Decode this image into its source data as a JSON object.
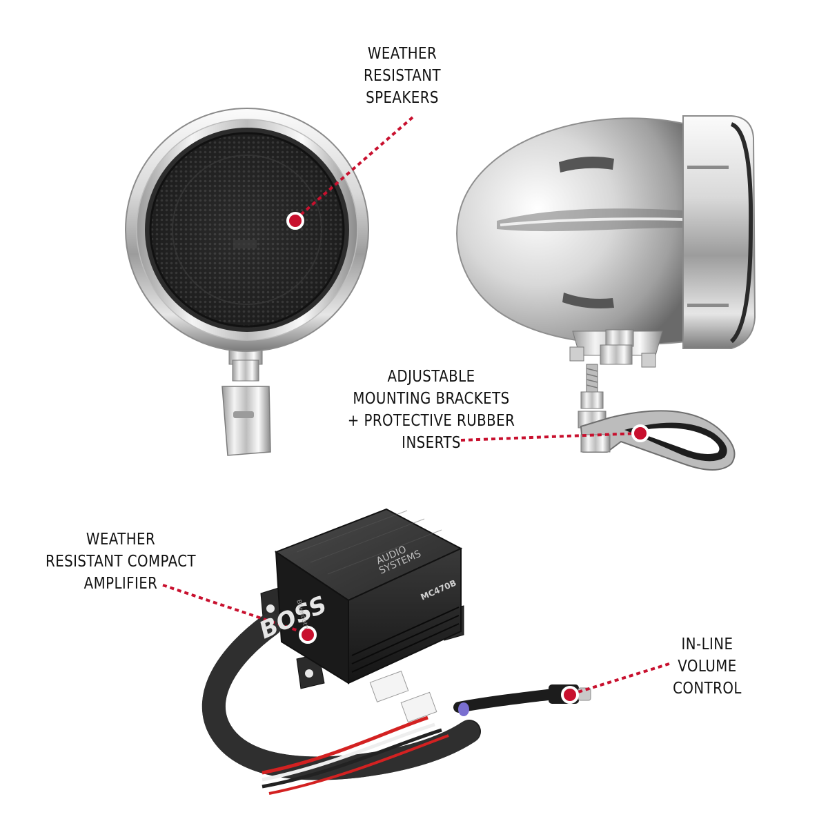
{
  "callouts": {
    "speakers": {
      "lines": [
        "WEATHER",
        "RESISTANT",
        "SPEAKERS"
      ]
    },
    "brackets": {
      "lines": [
        "ADJUSTABLE",
        "MOUNTING BRACKETS",
        "+ PROTECTIVE RUBBER",
        "INSERTS"
      ]
    },
    "amplifier": {
      "lines": [
        "WEATHER",
        "RESISTANT COMPACT",
        "AMPLIFIER"
      ]
    },
    "volume": {
      "lines": [
        "IN-LINE",
        "VOLUME",
        "CONTROL"
      ]
    }
  },
  "amplifier": {
    "brand": "BOSS",
    "brand_sub": [
      "AUDIO",
      "SYSTEMS"
    ],
    "model": "MC470B",
    "side_label": "Bluetooth"
  },
  "colors": {
    "accent": "#c8102e",
    "text": "#111111",
    "chrome_light": "#f2f2f2",
    "chrome_dark": "#6f6f6f",
    "amp_body": "#2a2a2a"
  }
}
